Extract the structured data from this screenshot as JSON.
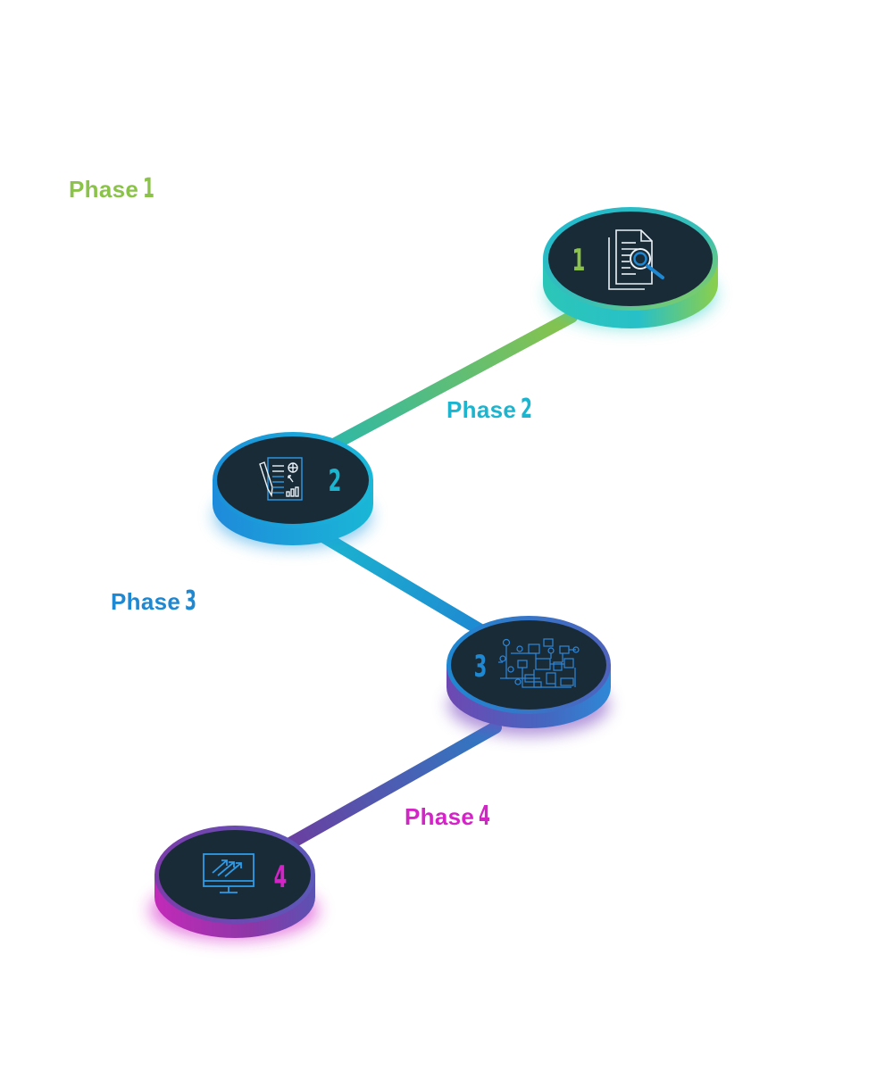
{
  "colors": {
    "phase1": "#8BC34A",
    "phase2": "#1CB5CF",
    "phase3": "#1E88D2",
    "phase4": "#D424C8",
    "disc_face": "#1A2B38",
    "icon_blue": "#1E88D2"
  },
  "phases": [
    {
      "label": "Phase",
      "number": "1",
      "icon": "document-search-icon"
    },
    {
      "label": "Phase",
      "number": "2",
      "icon": "report-edit-icon"
    },
    {
      "label": "Phase",
      "number": "3",
      "icon": "network-circuit-icon"
    },
    {
      "label": "Phase",
      "number": "4",
      "icon": "monitor-growth-icon"
    }
  ]
}
